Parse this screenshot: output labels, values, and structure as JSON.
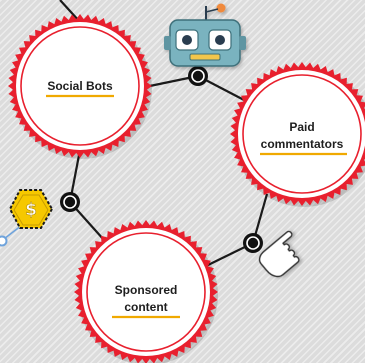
{
  "diagram": {
    "nodes": [
      {
        "id": "social-bots",
        "lines": [
          "Social Bots"
        ]
      },
      {
        "id": "paid-commentators",
        "lines": [
          "Paid",
          "commentators"
        ]
      },
      {
        "id": "sponsored-content",
        "lines": [
          "Sponsored",
          "content"
        ]
      }
    ],
    "icons": {
      "robot": "robot-icon",
      "dollar_coin": "dollar-coin-icon",
      "pointing_hand": "pointing-hand-icon"
    },
    "colors": {
      "ring": "#e8202e",
      "underline": "#f0a900",
      "connector": "#1a1a1a",
      "hex_badge": "#f6c800",
      "robot_body": "#7ab3bf",
      "side_dot": "#6ea3dc"
    }
  }
}
